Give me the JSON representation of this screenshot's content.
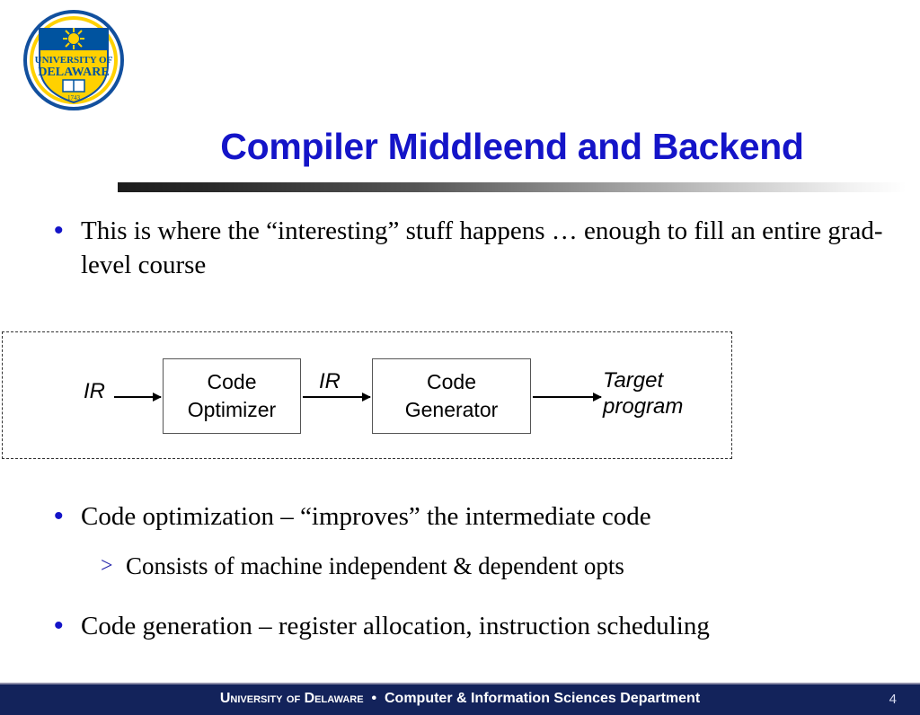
{
  "slide": {
    "title": "Compiler Middleend and Backend",
    "title_color": "#1414c8",
    "page_number": "4"
  },
  "logo": {
    "name": "university-of-delaware-seal",
    "line1": "UNIVERSITY OF",
    "line2": "DELAWARE",
    "year": "1743",
    "ring_color": "#12509e",
    "shield_gold": "#ffd100",
    "shield_blue": "#00539f"
  },
  "bullets": [
    {
      "marker": "•",
      "text": "This is where the “interesting” stuff happens … enough to fill an entire grad-level course"
    },
    {
      "marker": "•",
      "text": "Code optimization – “improves” the intermediate code"
    },
    {
      "marker": ">",
      "text": "Consists of machine independent & dependent opts"
    },
    {
      "marker": "•",
      "text": "Code generation – register allocation, instruction scheduling"
    }
  ],
  "diagram": {
    "nodes": [
      {
        "id": "optimizer",
        "line1": "Code",
        "line2": "Optimizer"
      },
      {
        "id": "generator",
        "line1": "Code",
        "line2": "Generator"
      }
    ],
    "labels": {
      "input_ir": "IR",
      "middle_ir": "IR",
      "output_line1": "Target",
      "output_line2": "program"
    }
  },
  "footer": {
    "institution": "University of Delaware",
    "separator": "•",
    "department": "Computer & Information Sciences Department",
    "page": "4",
    "background": "#13235b"
  }
}
